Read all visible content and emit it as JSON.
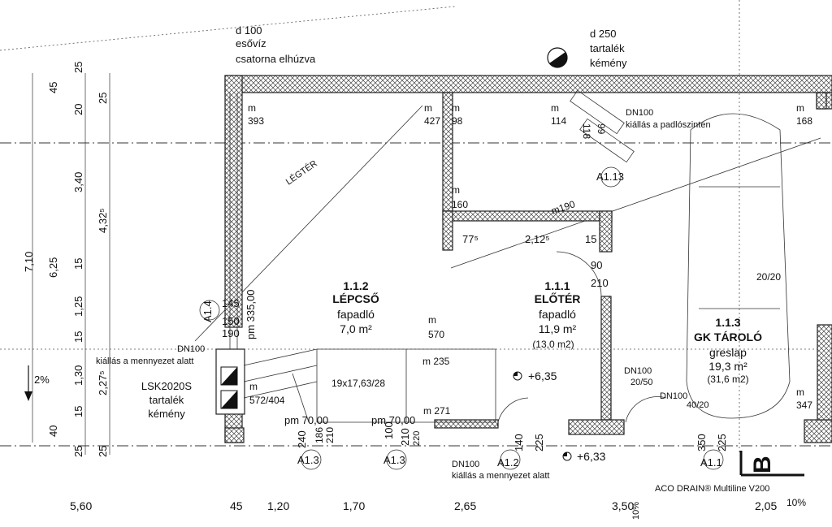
{
  "notes": {
    "rain": [
      "d 100",
      "esővíz",
      "csatorna elhúzva"
    ],
    "chimney_top": [
      "d 250",
      "tartalék",
      "kémény"
    ],
    "dn100_top": [
      "DN100",
      "kiállás a padlószinten"
    ],
    "dn100_left": [
      "DN100",
      "kiállás a mennyezet alatt"
    ],
    "lsk": [
      "LSK2020S",
      "tartalék",
      "kémény"
    ],
    "dn100_bottom": [
      "DN100",
      "kiállás a mennyezet alatt"
    ],
    "aco": "ACO DRAIN® Multiline V200",
    "dn100_mid": [
      "DN100",
      "20/50"
    ],
    "dn100_right": [
      "DN100",
      "40/20"
    ],
    "legter": "LÉGTÉR",
    "slope": "2%",
    "slope2": "10%",
    "section": "B"
  },
  "rooms": {
    "stair": {
      "id": "1.1.2",
      "name": "LÉPCSŐ",
      "floor": "fapadló",
      "area": "7,0 m²"
    },
    "hall": {
      "id": "1.1.1",
      "name": "ELŐTÉR",
      "floor": "fapadló",
      "area": "11,9 m²",
      "area2": "(13,0 m2)"
    },
    "garage": {
      "id": "1.1.3",
      "name": "GK TÁROLÓ",
      "floor": "greslap",
      "area": "19,3 m²",
      "area2": "(31,6 m2)"
    }
  },
  "levels": {
    "hall": "+6,35",
    "entry": "+6,33"
  },
  "marks": {
    "m393": [
      "m",
      "393"
    ],
    "m427": [
      "m",
      "427"
    ],
    "m98": [
      "m",
      "98"
    ],
    "m114": [
      "m",
      "114"
    ],
    "m168": [
      "m",
      "168"
    ],
    "m160": [
      "m",
      "160"
    ],
    "m190": "m190",
    "m570": [
      "m",
      "570"
    ],
    "m235": "m 235",
    "m572": [
      "m",
      "572/404"
    ],
    "m271": "m 271",
    "m347": [
      "m",
      "347"
    ]
  },
  "dims_left": [
    "45",
    "20",
    "25",
    "25",
    "3,40",
    "4,32⁵",
    "7,10",
    "6,25",
    "15",
    "1,25",
    "15",
    "1,30",
    "2,27⁵",
    "15",
    "40",
    "25",
    "25"
  ],
  "dims_bottom": [
    "5,60",
    "45",
    "1,20",
    "1,70",
    "2,65",
    "3,50",
    "2,05"
  ],
  "dims_inner": {
    "d775": "77⁵",
    "d2125": "2,12⁵",
    "d15": "15",
    "d90": "90",
    "d210": "210",
    "d145": "145",
    "d150": "150",
    "d190": "190",
    "pm335": "pm 335,00",
    "stairs": "19x17,63/28",
    "pm70a": "pm 70,00",
    "pm70b": "pm 70,00",
    "d240": "240",
    "d186": "186",
    "d210b": "210",
    "d100": "100",
    "d210c": "210",
    "d220": "220",
    "d140": "140",
    "d225": "225",
    "d350": "350",
    "d225b": "225",
    "d2020": "20/20",
    "d99": "99",
    "d118": "118",
    "d10r": "10%"
  },
  "axes": [
    "A1.4",
    "A1.3",
    "A1.3",
    "A1.2",
    "A1.1",
    "A1.13"
  ]
}
